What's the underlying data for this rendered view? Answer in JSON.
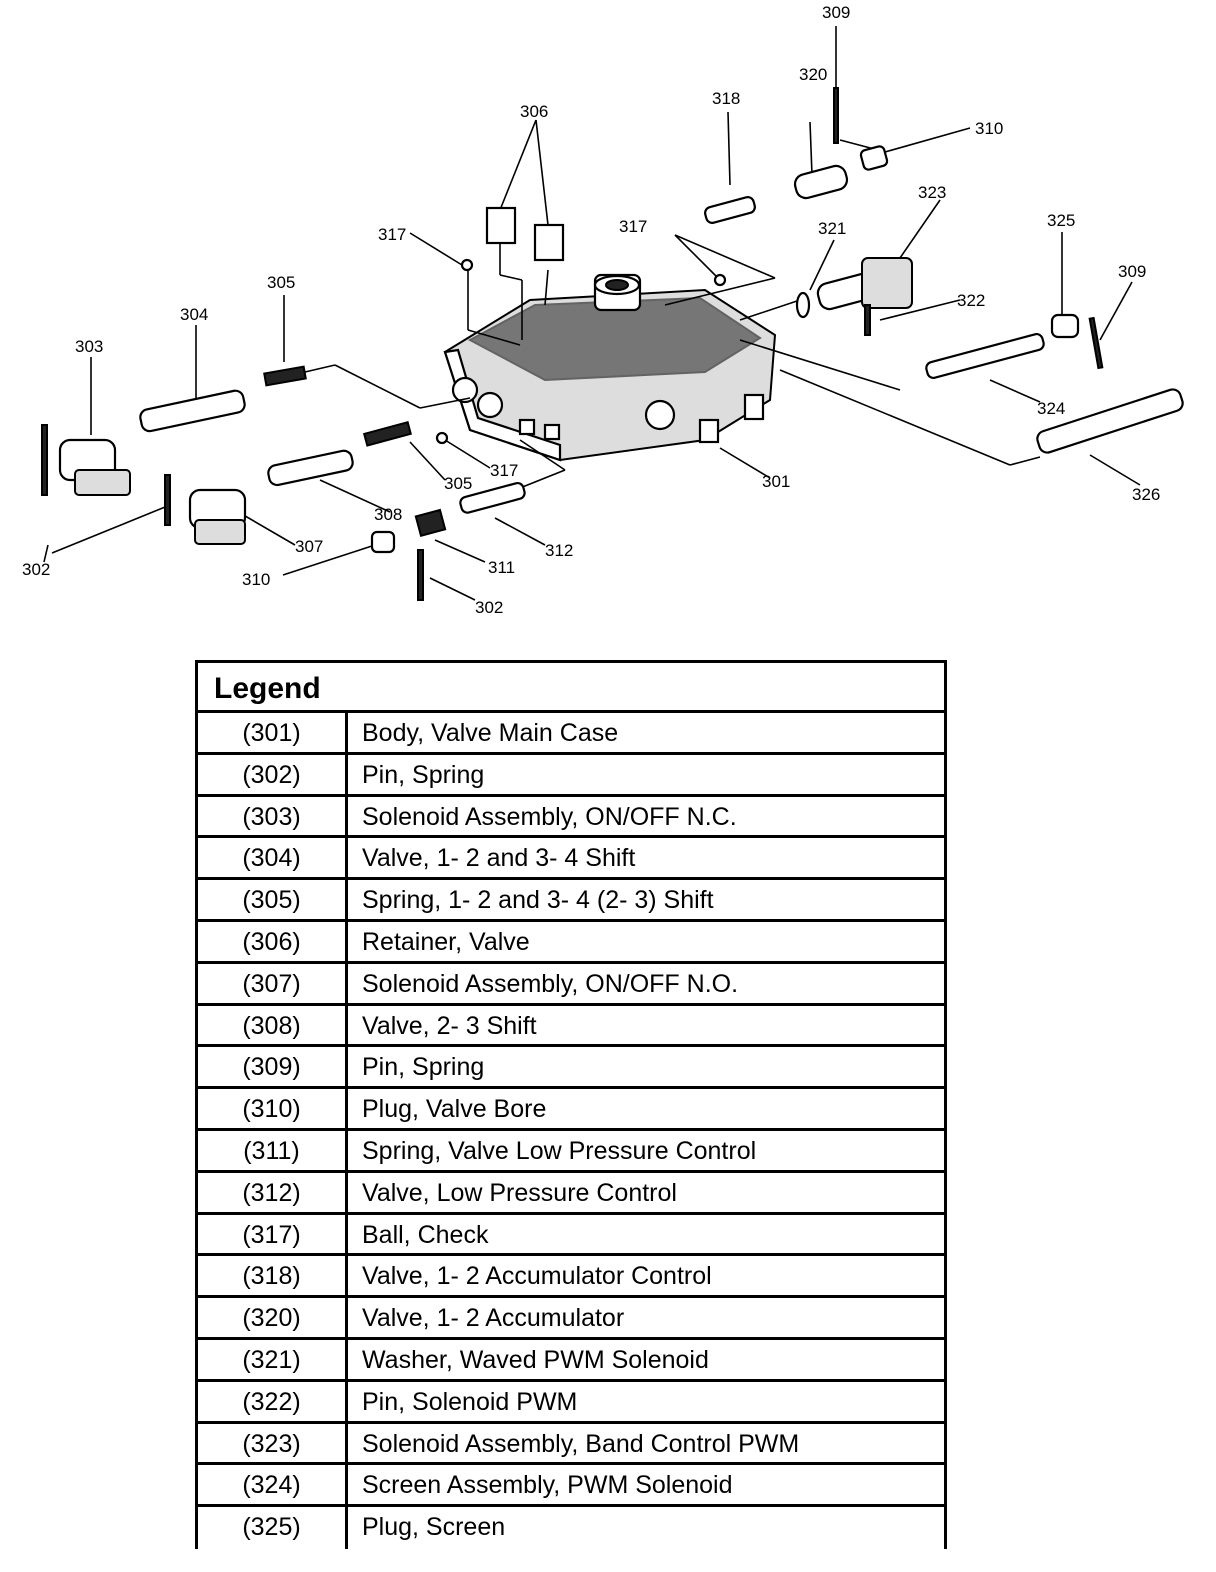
{
  "callouts": {
    "c301": "301",
    "c302a": "302",
    "c302b": "302",
    "c303": "303",
    "c304": "304",
    "c305a": "305",
    "c305b": "305",
    "c306": "306",
    "c307": "307",
    "c308": "308",
    "c309a": "309",
    "c309b": "309",
    "c310a": "310",
    "c310b": "310",
    "c311": "311",
    "c312": "312",
    "c317a": "317",
    "c317b": "317",
    "c317c": "317",
    "c318": "318",
    "c320": "320",
    "c321": "321",
    "c322": "322",
    "c323": "323",
    "c324": "324",
    "c325": "325",
    "c326": "326"
  },
  "legend": {
    "title": "Legend",
    "rows": [
      {
        "num": "(301)",
        "desc": "Body, Valve Main Case"
      },
      {
        "num": "(302)",
        "desc": "Pin, Spring"
      },
      {
        "num": "(303)",
        "desc": "Solenoid Assembly, ON/OFF N.C."
      },
      {
        "num": "(304)",
        "desc": "Valve, 1- 2 and  3- 4  Shift"
      },
      {
        "num": "(305)",
        "desc": "Spring, 1- 2 and 3- 4 (2- 3) Shift"
      },
      {
        "num": "(306)",
        "desc": "Retainer, Valve"
      },
      {
        "num": "(307)",
        "desc": "Solenoid Assembly, ON/OFF N.O."
      },
      {
        "num": "(308)",
        "desc": "Valve, 2- 3 Shift"
      },
      {
        "num": "(309)",
        "desc": "Pin, Spring"
      },
      {
        "num": "(310)",
        "desc": "Plug, Valve Bore"
      },
      {
        "num": "(311)",
        "desc": "Spring, Valve Low Pressure Control"
      },
      {
        "num": "(312)",
        "desc": "Valve, Low Pressure Control"
      },
      {
        "num": "(317)",
        "desc": "Ball, Check"
      },
      {
        "num": "(318)",
        "desc": "Valve, 1- 2 Accumulator Control"
      },
      {
        "num": "(320)",
        "desc": "Valve, 1- 2 Accumulator"
      },
      {
        "num": "(321)",
        "desc": "Washer, Waved PWM Solenoid"
      },
      {
        "num": "(322)",
        "desc": "Pin, Solenoid PWM"
      },
      {
        "num": "(323)",
        "desc": "Solenoid Assembly, Band Control PWM"
      },
      {
        "num": "(324)",
        "desc": "Screen Assembly, PWM Solenoid"
      },
      {
        "num": "(325)",
        "desc": "Plug, Screen"
      }
    ]
  }
}
